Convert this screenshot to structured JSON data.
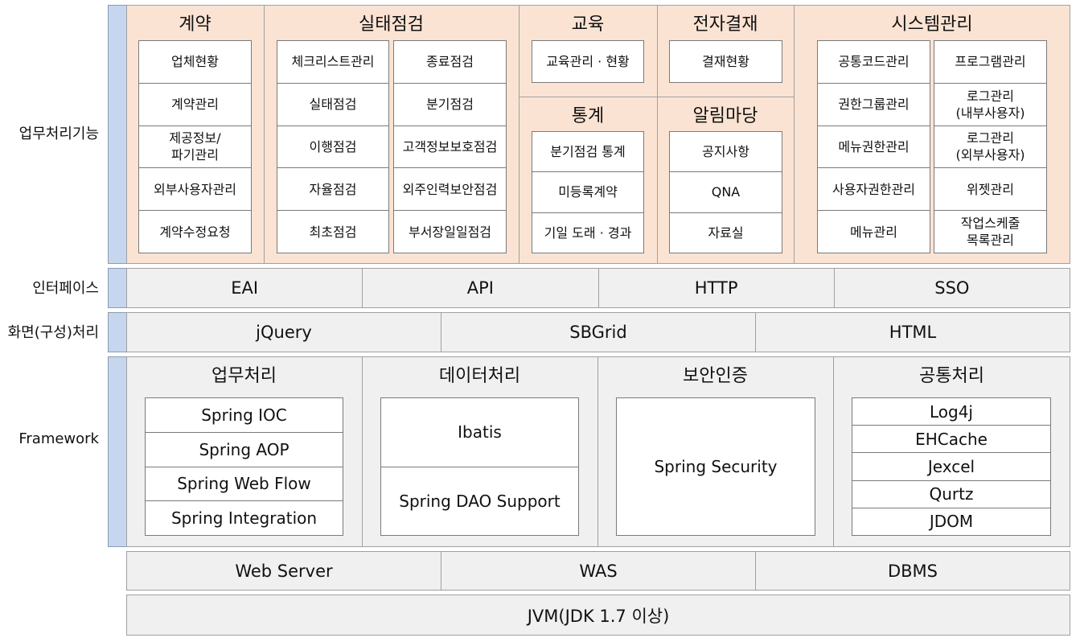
{
  "rows": {
    "business": "업무처리기능",
    "interface": "인터페이스",
    "screen": "화면(구성)처리",
    "framework": "Framework"
  },
  "business": {
    "contract": {
      "title": "계약",
      "items": [
        "업체현황",
        "계약관리",
        "제공정보/\n파기관리",
        "외부사용자관리",
        "계약수정요청"
      ]
    },
    "inspection": {
      "title": "실태점검",
      "col1": [
        "체크리스트관리",
        "실태점검",
        "이행점검",
        "자율점검",
        "최초점검"
      ],
      "col2": [
        "종료점검",
        "분기점검",
        "고객정보보호점검",
        "외주인력보안점검",
        "부서장일일점검"
      ]
    },
    "education": {
      "title": "교육",
      "items": [
        "교육관리 · 현황"
      ]
    },
    "approval": {
      "title": "전자결재",
      "items": [
        "결재현황"
      ]
    },
    "statistics": {
      "title": "통계",
      "items": [
        "분기점검 통계",
        "미등록계약",
        "기일 도래 · 경과"
      ]
    },
    "notice": {
      "title": "알림마당",
      "items": [
        "공지사항",
        "QNA",
        "자료실"
      ]
    },
    "system": {
      "title": "시스템관리",
      "col1": [
        "공통코드관리",
        "권한그룹관리",
        "메뉴권한관리",
        "사용자권한관리",
        "메뉴관리"
      ],
      "col2": [
        "프로그램관리",
        "로그관리\n(내부사용자)",
        "로그관리\n(외부사용자)",
        "위젯관리",
        "작업스케줄\n목록관리"
      ]
    }
  },
  "interface_items": [
    "EAI",
    "API",
    "HTTP",
    "SSO"
  ],
  "screen_items": [
    "jQuery",
    "SBGrid",
    "HTML"
  ],
  "framework": {
    "business": {
      "title": "업무처리",
      "items": [
        "Spring IOC",
        "Spring AOP",
        "Spring Web Flow",
        "Spring Integration"
      ]
    },
    "data": {
      "title": "데이터처리",
      "items": [
        "Ibatis",
        "Spring DAO Support"
      ]
    },
    "security": {
      "title": "보안인증",
      "items": [
        "Spring Security"
      ]
    },
    "common": {
      "title": "공통처리",
      "items": [
        "Log4j",
        "EHCache",
        "Jexcel",
        "Qurtz",
        "JDOM"
      ]
    }
  },
  "server_items": [
    "Web Server",
    "WAS",
    "DBMS"
  ],
  "jvm": "JVM(JDK 1.7 이상)"
}
